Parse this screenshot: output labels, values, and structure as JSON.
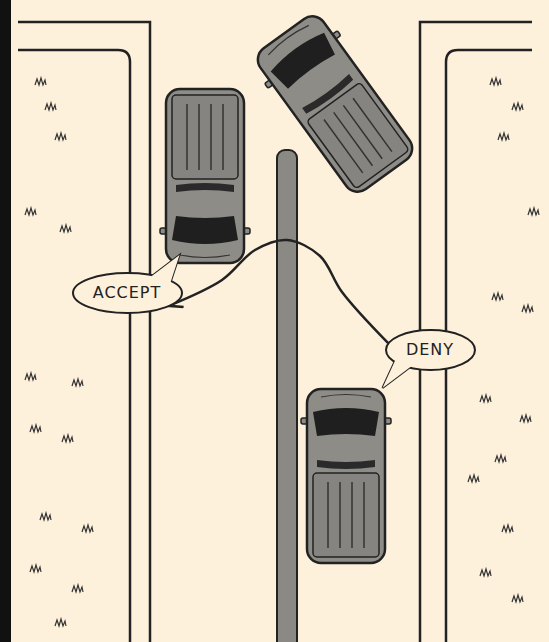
{
  "diagram": {
    "nodes": [
      {
        "text": [
          "ACCEPT"
        ]
      },
      {
        "text": [
          "DENY"
        ]
      }
    ],
    "edges": [
      {
        "from": 1,
        "to": 0,
        "arrow": "to"
      }
    ]
  }
}
